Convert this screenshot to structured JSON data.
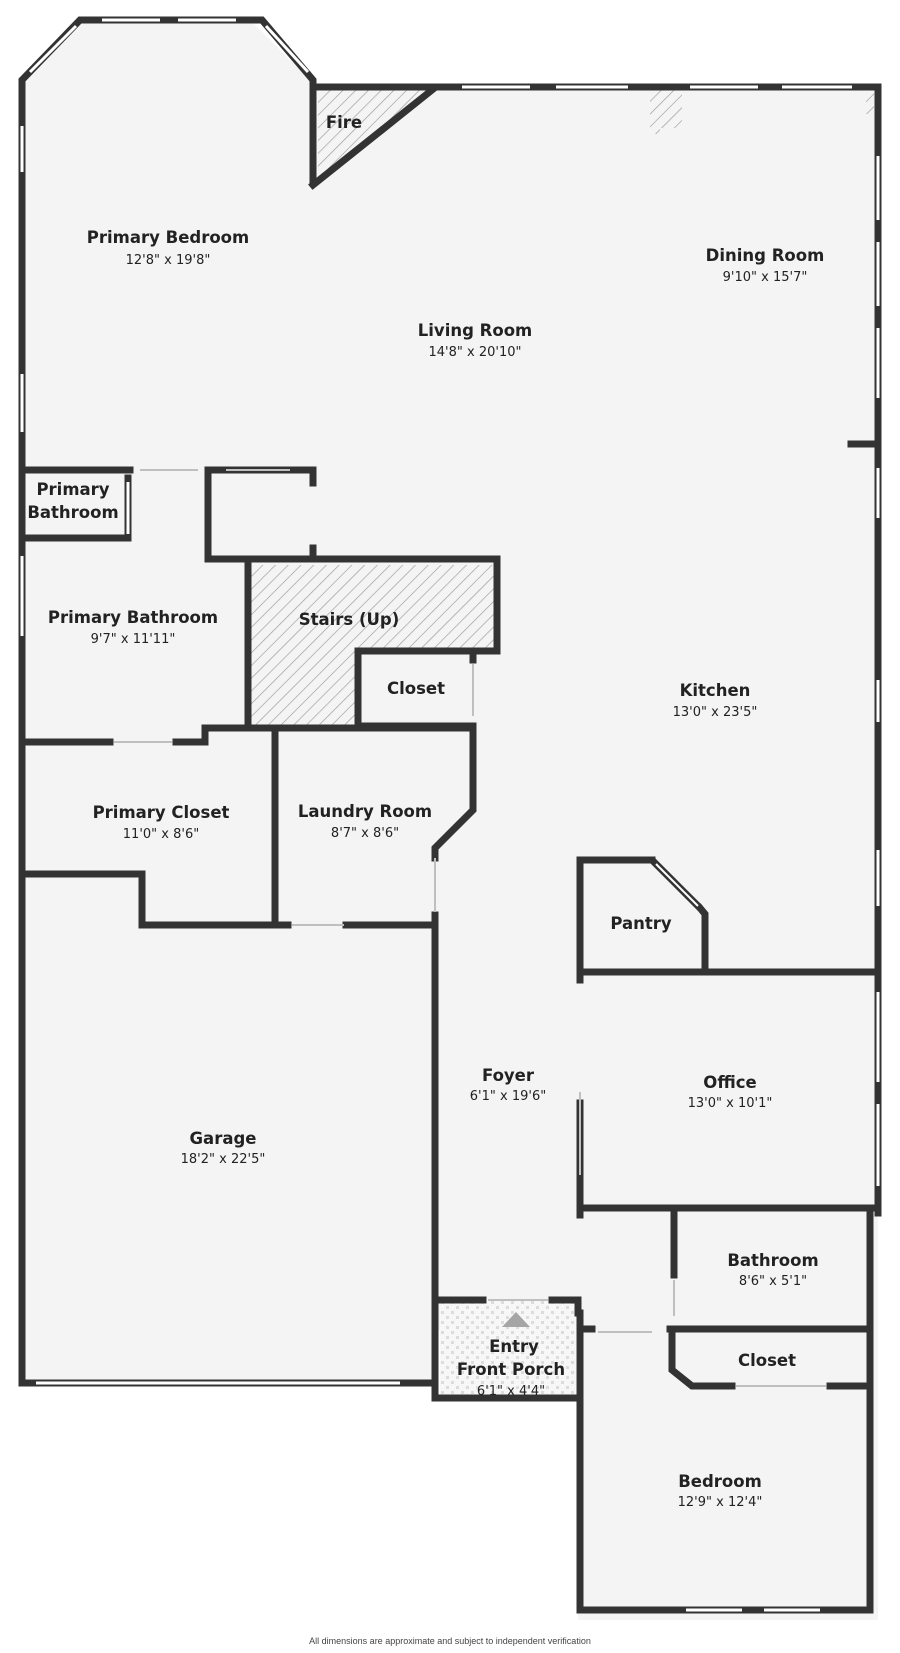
{
  "colors": {
    "wall": "#333333",
    "floor": "#f4f4f4",
    "window": "#ffffff",
    "hatch": "#999999",
    "porch_tile": "#d9d9d9"
  },
  "rooms": {
    "primary_bedroom": {
      "name": "Primary Bedroom",
      "dim": "12'8\" x 19'8\""
    },
    "fire": {
      "name": "Fire"
    },
    "living_room": {
      "name": "Living Room",
      "dim": "14'8\" x 20'10\""
    },
    "dining_room": {
      "name": "Dining Room",
      "dim": "9'10\" x 15'7\""
    },
    "primary_bath_small": {
      "line1": "Primary",
      "line2": "Bathroom"
    },
    "primary_bathroom": {
      "name": "Primary Bathroom",
      "dim": "9'7\" x 11'11\""
    },
    "stairs": {
      "name": "Stairs (Up)"
    },
    "closet_upper": {
      "name": "Closet"
    },
    "kitchen": {
      "name": "Kitchen",
      "dim": "13'0\" x 23'5\""
    },
    "primary_closet": {
      "name": "Primary Closet",
      "dim": "11'0\" x 8'6\""
    },
    "laundry_room": {
      "name": "Laundry Room",
      "dim": "8'7\" x 8'6\""
    },
    "pantry": {
      "name": "Pantry"
    },
    "foyer": {
      "name": "Foyer",
      "dim": "6'1\" x 19'6\""
    },
    "office": {
      "name": "Office",
      "dim": "13'0\" x 10'1\""
    },
    "garage": {
      "name": "Garage",
      "dim": "18'2\" x 22'5\""
    },
    "bathroom": {
      "name": "Bathroom",
      "dim": "8'6\" x 5'1\""
    },
    "entry_porch": {
      "line1": "Entry",
      "line2": "Front Porch",
      "dim": "6'1\" x 4'4\""
    },
    "closet_lower": {
      "name": "Closet"
    },
    "bedroom": {
      "name": "Bedroom",
      "dim": "12'9\" x 12'4\""
    }
  },
  "disclaimer": "All dimensions are approximate and subject to independent verification"
}
